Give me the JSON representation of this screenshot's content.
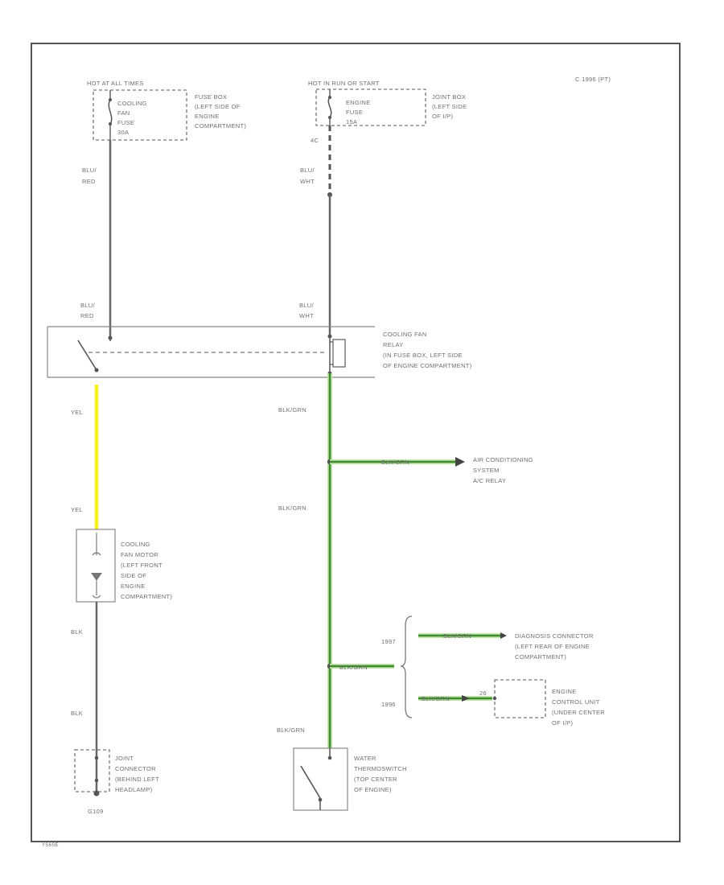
{
  "page": {
    "code": "C 1996 (PT)",
    "figure_ref": "YS6SE"
  },
  "sources": {
    "left": {
      "hot": "HOT AT ALL TIMES",
      "fuse": [
        "COOLING",
        "FAN",
        "FUSE",
        "30A"
      ],
      "box": [
        "FUSE BOX",
        "(LEFT SIDE OF",
        "ENGINE",
        "COMPARTMENT)"
      ]
    },
    "right": {
      "hot": "HOT IN RUN OR START",
      "fuse": [
        "ENGINE",
        "FUSE",
        "15A"
      ],
      "box": [
        "JOINT BOX",
        "(LEFT SIDE",
        "OF I/P)"
      ]
    }
  },
  "wires": {
    "blu_red_top": [
      "BLU/",
      "RED"
    ],
    "blu_wht_top": [
      "BLU/",
      "WHT"
    ],
    "blu_red_relay": [
      "BLU/",
      "RED"
    ],
    "blu_wht_relay": [
      "BLU/",
      "WHT"
    ],
    "pin_4c": "4C",
    "yel_1": "YEL",
    "yel_2": "YEL",
    "blk_1": "BLK",
    "blk_2": "BLK",
    "blk_grn_1": "BLK/GRN",
    "blk_grn_2": "BLK/GRN",
    "blk_grn_3": "BLK/GRN",
    "blk_grn_branch": "BLK/GRN",
    "blk_grn_diag": "BLK/GRN",
    "blk_grn_split": "BLK/GRN",
    "blk_grn_ecu": "BLK/GRN",
    "pin_26": "26"
  },
  "components": {
    "relay": [
      "COOLING FAN",
      "RELAY",
      "(IN FUSE BOX, LEFT SIDE",
      "OF ENGINE COMPARTMENT)"
    ],
    "fan_motor": [
      "COOLING",
      "FAN MOTOR",
      "(LEFT FRONT",
      "SIDE OF",
      "ENGINE",
      "COMPARTMENT)"
    ],
    "joint_connector": [
      "JOINT",
      "CONNECTOR",
      "(BEHIND LEFT",
      "HEADLAMP)"
    ],
    "ground": "G109",
    "thermoswitch": [
      "WATER",
      "THERMOSWITCH",
      "(TOP CENTER",
      "OF ENGINE)"
    ],
    "ac_relay": [
      "AIR CONDITIONING",
      "SYSTEM",
      "A/C RELAY"
    ],
    "diag_connector": [
      "DIAGNOSIS CONNECTOR",
      "(LEFT REAR OF ENGINE",
      "COMPARTMENT)"
    ],
    "ecu": [
      "ENGINE",
      "CONTROL UNIT",
      "(UNDER CENTER",
      "OF I/P)"
    ]
  },
  "years": {
    "y1": "1997",
    "y2": "1996"
  },
  "colors": {
    "wire_yel": "#f4f000",
    "wire_grn": "#3f8a2f",
    "wire_gray": "#666666"
  }
}
